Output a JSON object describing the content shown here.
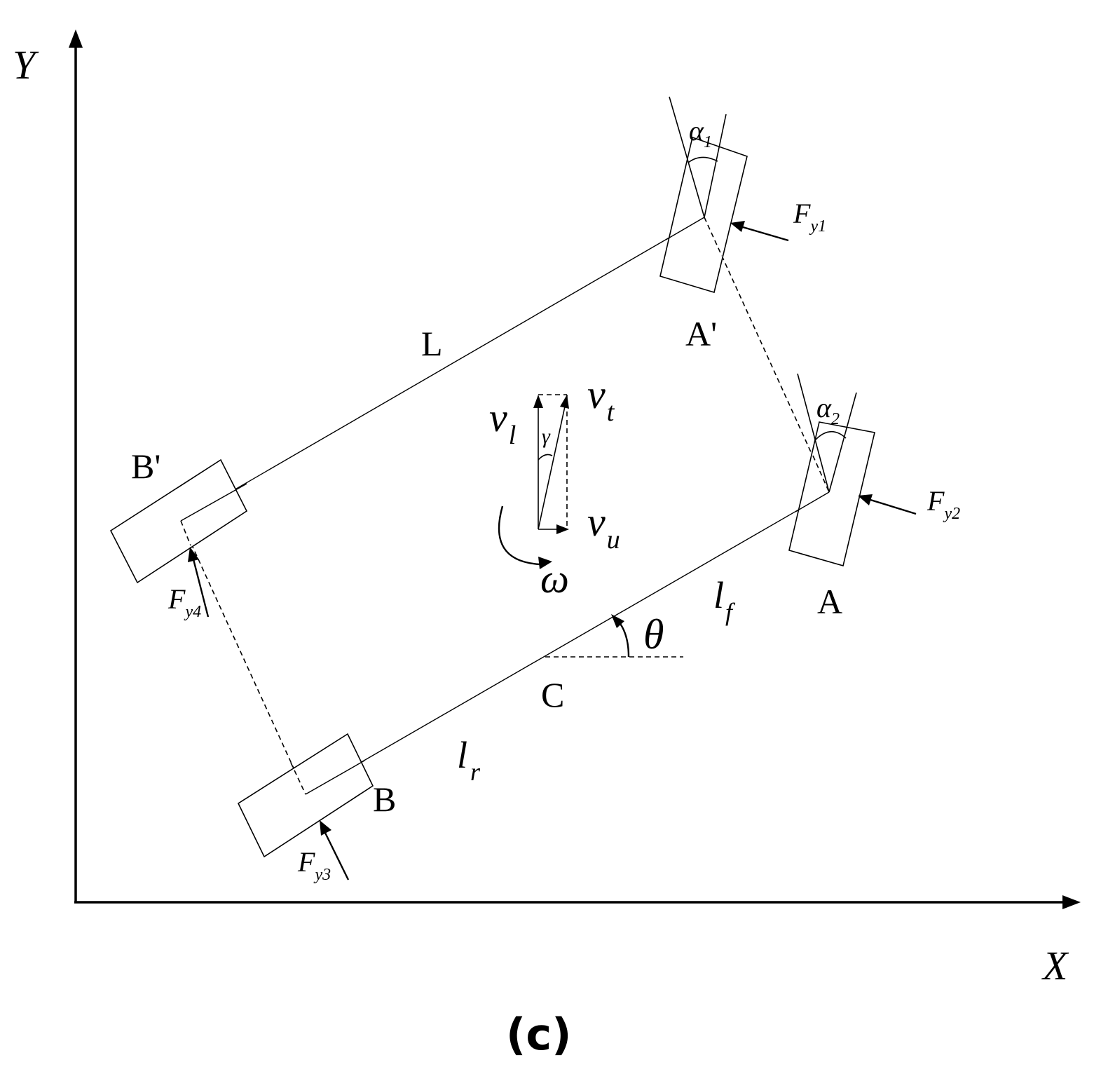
{
  "axes": {
    "x_label": "X",
    "y_label": "Y"
  },
  "points": {
    "a": "A",
    "a_prime": "A'",
    "b": "B",
    "b_prime": "B'",
    "c": "C"
  },
  "dimensions": {
    "wheelbase": "L",
    "front": "l",
    "front_sub": "f",
    "rear": "l",
    "rear_sub": "r"
  },
  "angles": {
    "alpha1": "α",
    "alpha1_sub": "1",
    "alpha2": "α",
    "alpha2_sub": "2",
    "gamma": "γ",
    "theta": "θ",
    "omega": "ω"
  },
  "velocities": {
    "vl": "v",
    "vl_sub": "l",
    "vt": "v",
    "vt_sub": "t",
    "vu": "v",
    "vu_sub": "u"
  },
  "forces": {
    "fy1": "F",
    "fy1_sub": "y1",
    "fy2": "F",
    "fy2_sub": "y2",
    "fy3": "F",
    "fy3_sub": "y3",
    "fy4": "F",
    "fy4_sub": "y4"
  },
  "caption": "(c)"
}
